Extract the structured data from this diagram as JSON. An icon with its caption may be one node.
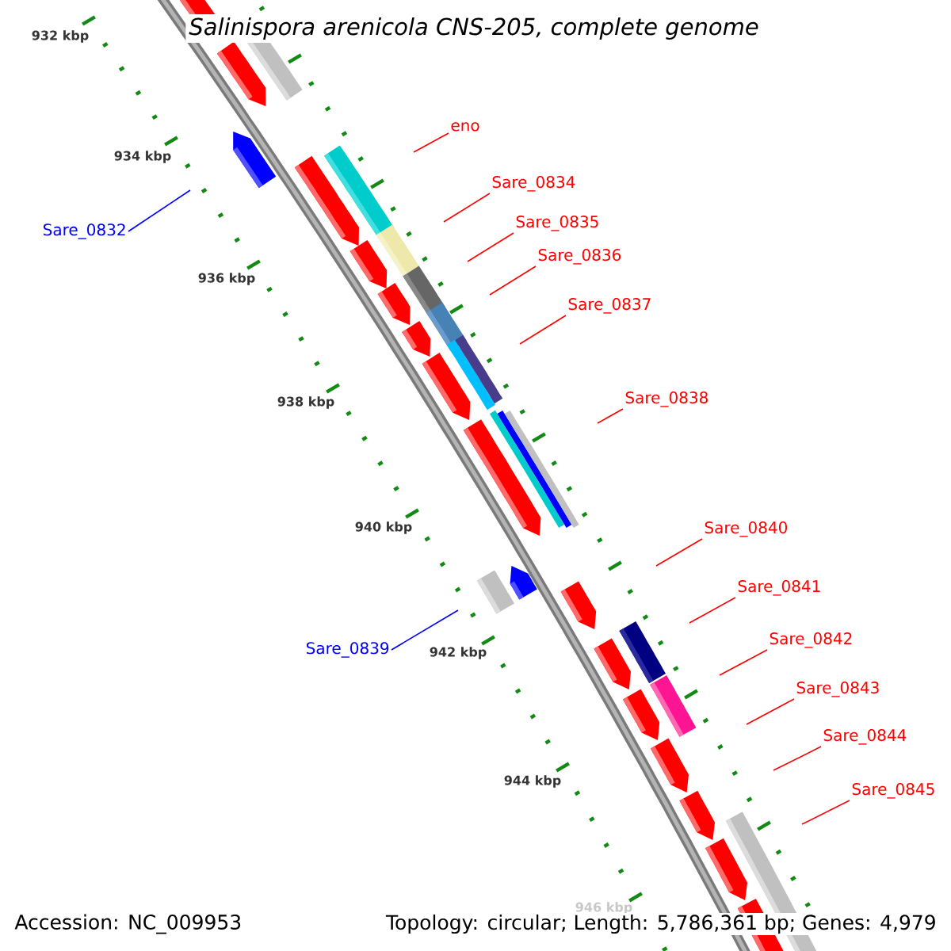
{
  "diagram": {
    "title": "Salinispora arenicola CNS-205, complete genome",
    "nodes": [
      {
        "text": [
          "eno"
        ]
      },
      {
        "text": [
          "Sare_0834"
        ]
      },
      {
        "text": [
          "Sare_0835"
        ]
      },
      {
        "text": [
          "Sare_0832"
        ]
      },
      {
        "text": [
          "Sare_0836"
        ]
      },
      {
        "text": [
          "Sare_0837"
        ]
      },
      {
        "text": [
          "Sare_0838"
        ]
      },
      {
        "text": [
          "Sare_0840"
        ]
      },
      {
        "text": [
          "Sare_0841"
        ]
      },
      {
        "text": [
          "Sare_0842"
        ]
      },
      {
        "text": [
          "Sare_0839"
        ]
      },
      {
        "text": [
          "Sare_0843"
        ]
      },
      {
        "text": [
          "Sare_0844"
        ]
      },
      {
        "text": [
          "Sare_0845"
        ]
      }
    ],
    "edges": [
      {
        "from": 0,
        "to": null,
        "arrow": "none"
      },
      {
        "from": 1,
        "to": null,
        "arrow": "none"
      },
      {
        "from": 2,
        "to": null,
        "arrow": "none"
      },
      {
        "from": 3,
        "to": null,
        "arrow": "none",
        "color": "#0000ff"
      },
      {
        "from": 4,
        "to": null,
        "arrow": "none"
      },
      {
        "from": 5,
        "to": null,
        "arrow": "none"
      },
      {
        "from": 6,
        "to": null,
        "arrow": "none"
      },
      {
        "from": 7,
        "to": null,
        "arrow": "none"
      },
      {
        "from": 8,
        "to": null,
        "arrow": "none"
      },
      {
        "from": 9,
        "to": null,
        "arrow": "none"
      },
      {
        "from": 10,
        "to": null,
        "arrow": "none",
        "color": "#0000ff"
      },
      {
        "from": 11,
        "to": null,
        "arrow": "none"
      },
      {
        "from": 12,
        "to": null,
        "arrow": "none"
      },
      {
        "from": 13,
        "to": null,
        "arrow": "none"
      }
    ],
    "labels": [
      "932 kbp",
      "934 kbp",
      "936 kbp",
      "938 kbp",
      "940 kbp",
      "942 kbp",
      "944 kbp",
      "946 kbp",
      "Accession: NC_009953",
      "Topology: circular; Length: 5,786,361 bp; Genes: 4,979"
    ]
  }
}
